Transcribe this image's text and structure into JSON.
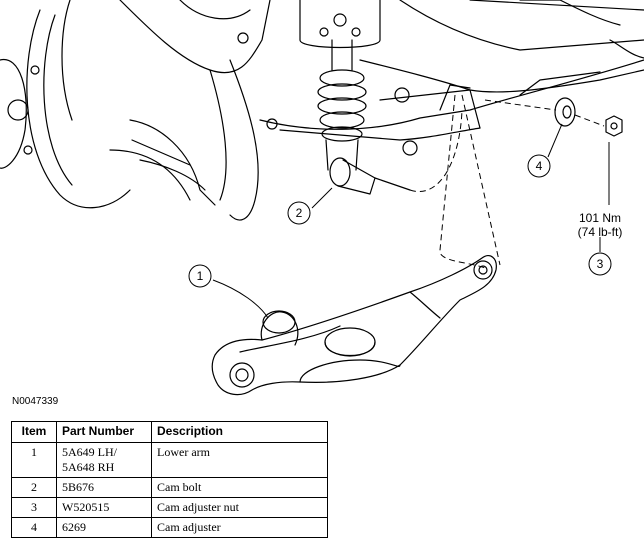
{
  "figure": {
    "drawing_id": "N0047339",
    "callouts": [
      "1",
      "2",
      "3",
      "4"
    ],
    "torque": {
      "value": "101 Nm",
      "imperial": "(74 lb-ft)"
    }
  },
  "table": {
    "headers": [
      "Item",
      "Part Number",
      "Description"
    ],
    "rows": [
      {
        "item": "1",
        "part_number": [
          "5A649 LH/",
          "5A648 RH"
        ],
        "description": "Lower arm"
      },
      {
        "item": "2",
        "part_number": [
          "5B676"
        ],
        "description": "Cam bolt"
      },
      {
        "item": "3",
        "part_number": [
          "W520515"
        ],
        "description": "Cam adjuster nut"
      },
      {
        "item": "4",
        "part_number": [
          "6269"
        ],
        "description": "Cam adjuster"
      }
    ]
  }
}
